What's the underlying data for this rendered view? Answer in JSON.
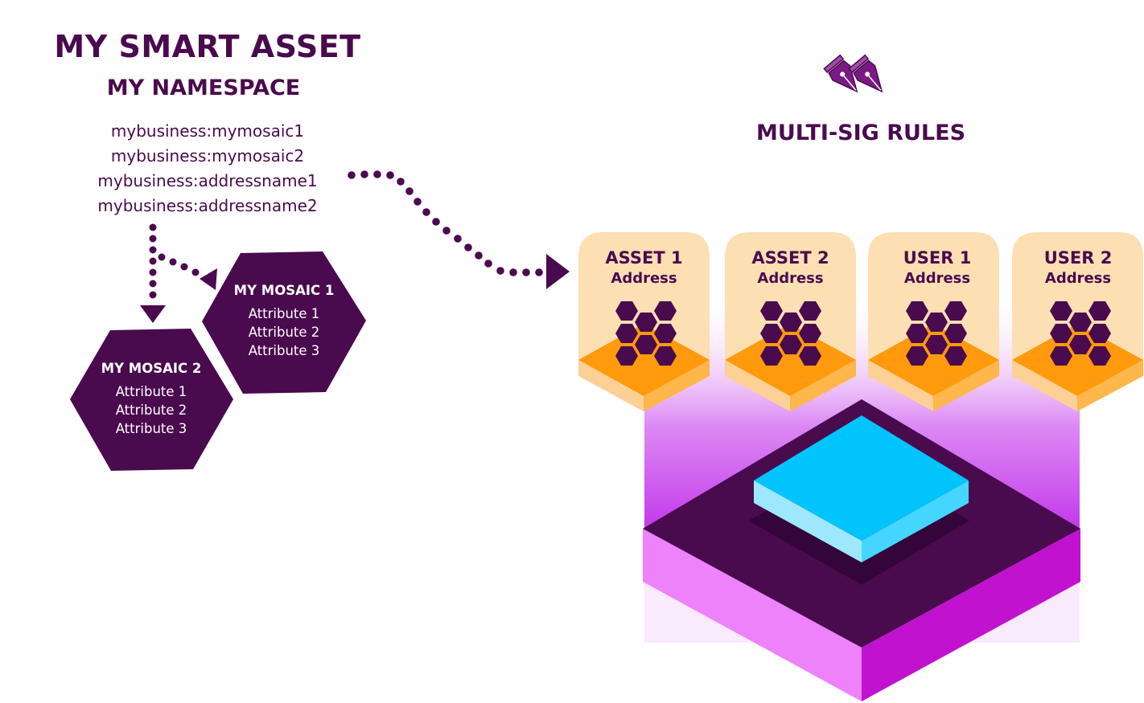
{
  "header": {
    "title": "MY SMART ASSET",
    "subtitle": "MY NAMESPACE"
  },
  "namespaces": [
    "mybusiness:mymosaic1",
    "mybusiness:mymosaic2",
    "mybusiness:addressname1",
    "mybusiness:addressname2"
  ],
  "mosaics": [
    {
      "name": "MY MOSAIC 1",
      "attributes": [
        "Attribute 1",
        "Attribute 2",
        "Attribute 3"
      ]
    },
    {
      "name": "MY MOSAIC 2",
      "attributes": [
        "Attribute 1",
        "Attribute 2",
        "Attribute 3"
      ]
    }
  ],
  "multisig": {
    "title": "MULTI-SIG RULES",
    "icon": "fountain-pen-nibs-icon",
    "cards": [
      {
        "title": "ASSET 1",
        "subtitle": "Address"
      },
      {
        "title": "ASSET 2",
        "subtitle": "Address"
      },
      {
        "title": "USER 1",
        "subtitle": "Address"
      },
      {
        "title": "USER 2",
        "subtitle": "Address"
      }
    ]
  },
  "colors": {
    "dark_purple": "#4a0a4e",
    "card_light": "#fddfb4",
    "card_orange": "#ff9a0c",
    "platform_magenta": "#c12fe0",
    "platform_pink": "#ee82fb",
    "block_cyan": "#00c4fb"
  }
}
